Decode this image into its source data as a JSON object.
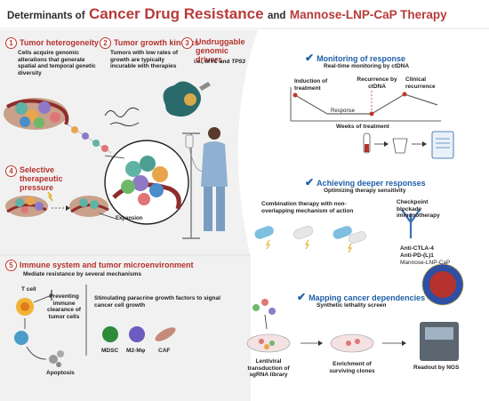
{
  "title": {
    "part1": "Determinants of",
    "part2": "Cancer Drug Resistance",
    "part3": "and",
    "part4": "Mannose-LNP-CaP Therapy"
  },
  "left": {
    "s1": {
      "num": "1",
      "title": "Tumor heterogeneity",
      "desc": "Cells acquire genomic alterations that generate spatial and temporal genetic diversity"
    },
    "s2": {
      "num": "2",
      "title": "Tumor growth kinetics",
      "desc": "Tumors with low rates of growth are typically incurable with therapies"
    },
    "s3": {
      "num": "3",
      "title": "Undruggable genomic drivers",
      "desc_prefix": "i.e.,",
      "gene1": "MYC",
      "and": "and",
      "gene2": "TP53"
    },
    "s4": {
      "num": "4",
      "title": "Selective therapeutic pressure",
      "expansion": "Expansion"
    },
    "s5": {
      "num": "5",
      "title": "Immune system and tumor microenvironment",
      "subtitle": "Mediate resistance by several mechanisms",
      "tcell": "T cell",
      "preventing": "Preventing immune clearance of tumor cells",
      "apoptosis": "Apoptosis",
      "stimulating": "Stimulating paracrine growth factors to signal cancer cell growth",
      "cells": [
        "MDSC",
        "M2-Mφ",
        "CAF"
      ]
    }
  },
  "right": {
    "monitoring": {
      "title": "Monitoring of response",
      "subtitle": "Real-time monitoring by ctDNA",
      "induction": "Induction of treatment",
      "recurrence_ctdna": "Recurrence by ctDNA",
      "clinical": "Clinical recurrence",
      "response": "Response",
      "xlabel": "Weeks of treatment"
    },
    "deeper": {
      "title": "Achieving deeper responses",
      "subtitle": "Optimizing therapy sensitivity",
      "combination": "Combination therapy with non-overlapping mechanism of action",
      "checkpoint": "Checkpoint blockade immunotherapy",
      "anti1": "Anti-CTLA-4",
      "anti2": "Anti-PD-(L)1",
      "mannose": "Mannose-LNP-CaP"
    },
    "mapping": {
      "title": "Mapping cancer dependencies",
      "subtitle": "Synthetic lethality screen",
      "step1": "Lentiviral transduction of sgRNA library",
      "step2": "Enrichment of surviving clones",
      "step3": "Readout by NGS"
    }
  },
  "colors": {
    "accent_red": "#b5322e",
    "accent_blue": "#1f5fa8",
    "panel_gray": "#f2f2f2"
  }
}
